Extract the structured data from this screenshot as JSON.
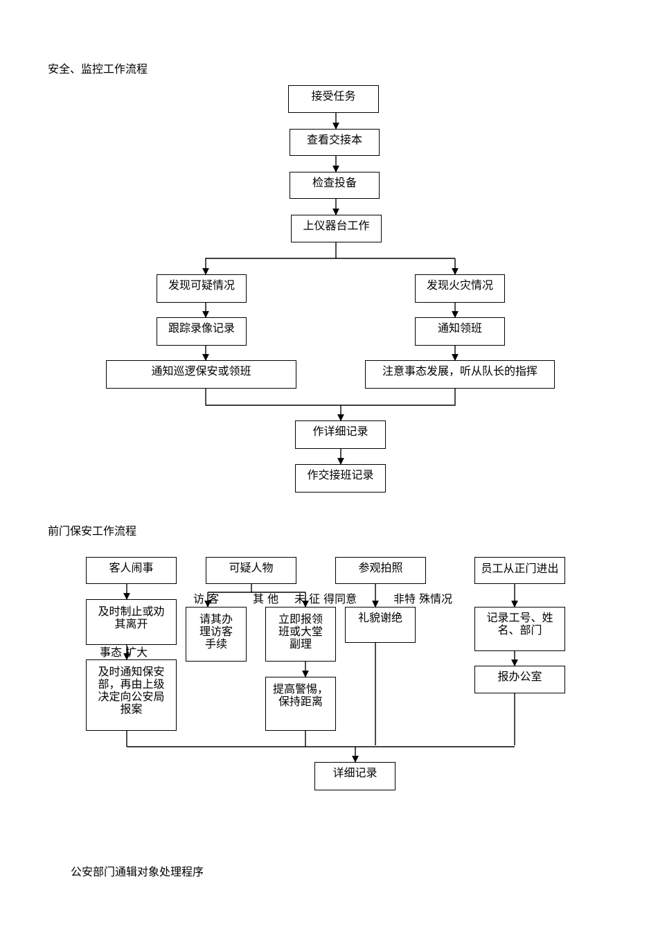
{
  "section1": {
    "title": "安全、监控工作流程",
    "boxes": {
      "accept_task": "接受任务",
      "check_handover_book": "查看交接本",
      "check_equipment": "检查投备",
      "go_to_console": "上仪器台工作",
      "find_suspicious": "发现可疑情况",
      "track_record": "跟踪录像记录",
      "notify_patrol": "通知巡逻保安或领班",
      "find_fire": "发现火灾情况",
      "notify_leader": "通知领班",
      "watch_development": "注意事态发展，听从队长的指挥",
      "detailed_record": "作详细记录",
      "handover_record": "作交接班记录"
    }
  },
  "section2": {
    "title": "前门保安工作流程",
    "boxes": {
      "guest_trouble": "客人闹事",
      "suspicious_person": "可疑人物",
      "sightseeing_photo": "参观拍照",
      "staff_entry": "员工从正门进出",
      "stop_or_persuade": "及时制止或劝\n其离开",
      "visitor_procedure": "请其办\n理访客\n手续",
      "report_supervisor": "立即报领\n班或大堂\n副理",
      "polite_refuse": "礼貌谢绝",
      "record_staff": "记录工号、姓\n名、部门",
      "notify_security": "及时通知保安\n部，再由上级\n决定向公安局\n报案",
      "stay_alert": "提高警惕，\n保持距离",
      "report_office": "报办公室",
      "detail_record": "详细记录"
    },
    "labels": {
      "visitor": "访 客",
      "other": "其 他",
      "no_permission": "未 征 得同意",
      "special_case": "非特 殊情况",
      "escalate": "事态 扩大"
    }
  },
  "section3": {
    "title": "公安部门通辑对象处理程序"
  }
}
